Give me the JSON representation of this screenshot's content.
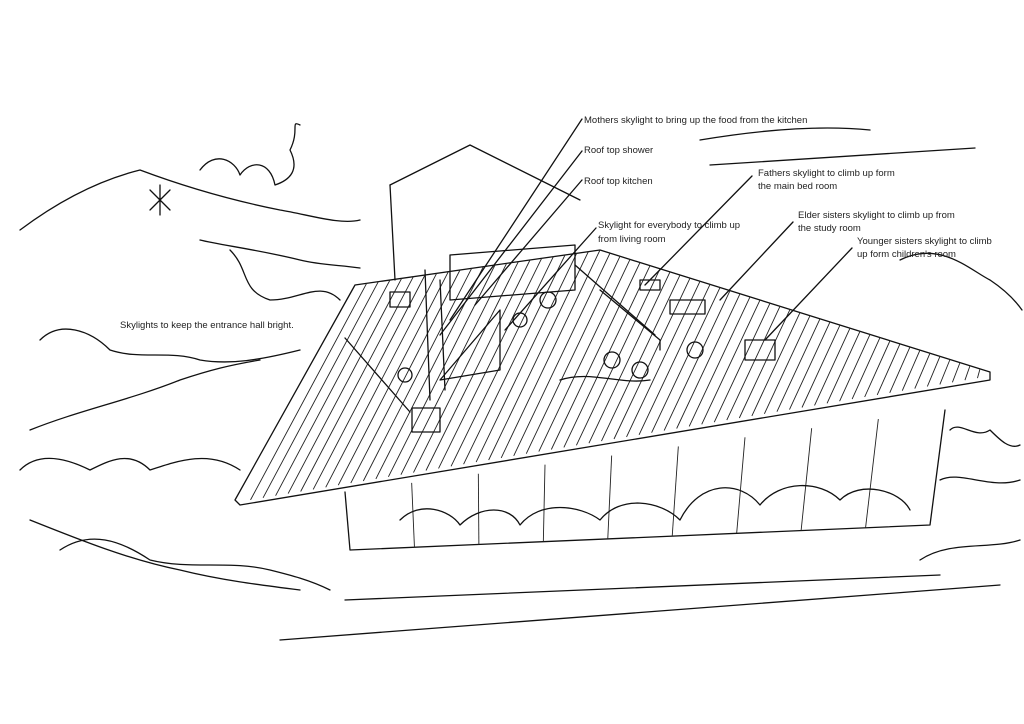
{
  "title": "Rooftop house sketch with annotated skylights",
  "annotations": {
    "mothers_skylight": "Mothers skylight to bring up the food from the kitchen",
    "roof_shower": "Roof top shower",
    "roof_kitchen": "Roof top kitchen",
    "everybody_skylight_1": "Skylight for everybody to climb up",
    "everybody_skylight_2": "from living room",
    "fathers_skylight_1": "Fathers skylight to climb up form",
    "fathers_skylight_2": "the main bed room",
    "elder_sister_1": "Elder sisters skylight to climb up from",
    "elder_sister_2": "the study room",
    "younger_sister_1": "Younger sisters skylight to climb",
    "younger_sister_2": "up form children's room",
    "entrance_hall": "Skylights to keep the entrance hall bright."
  }
}
